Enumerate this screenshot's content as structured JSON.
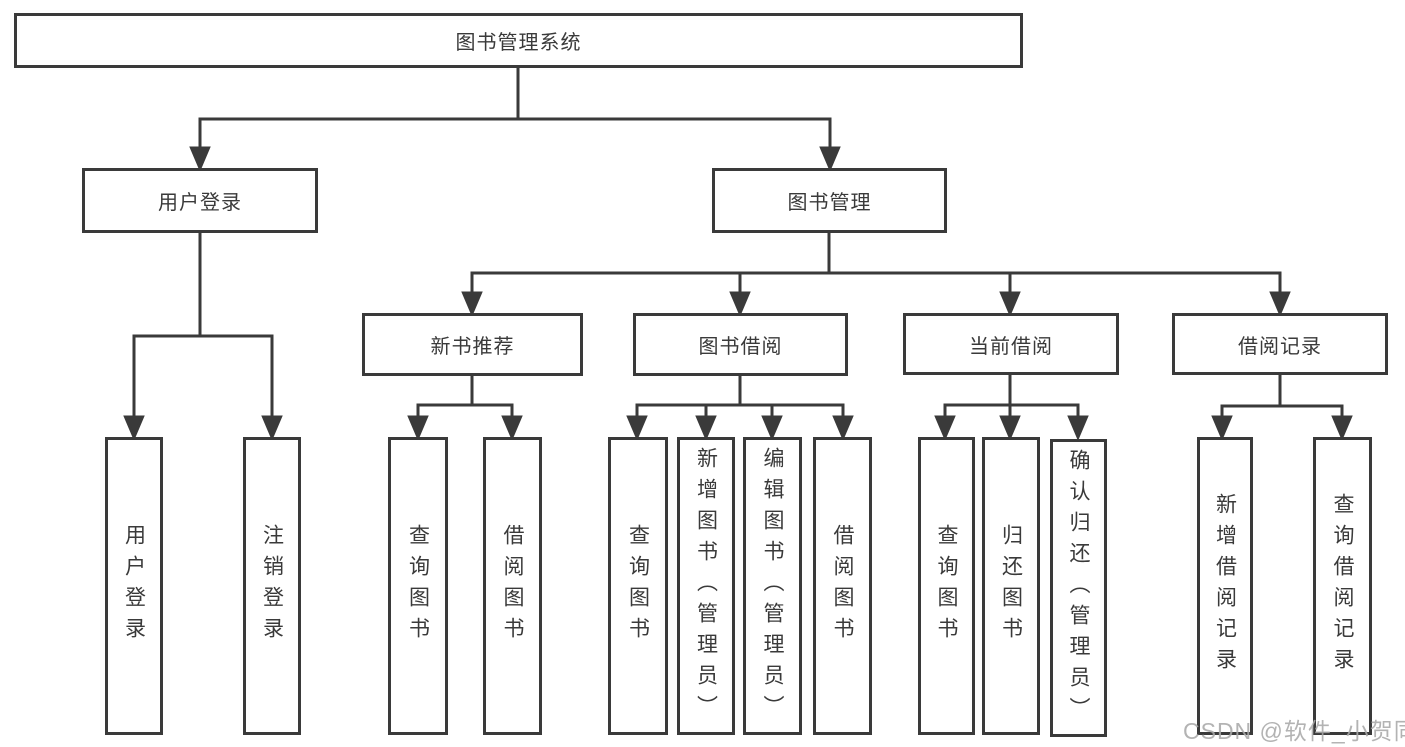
{
  "diagram": {
    "root": {
      "label": "图书管理系统"
    },
    "user_login": {
      "label": "用户登录",
      "children": [
        {
          "label": "用户登录"
        },
        {
          "label": "注销登录"
        }
      ]
    },
    "book_management": {
      "label": "图书管理",
      "sections": [
        {
          "label": "新书推荐",
          "children": [
            {
              "label": "查询图书"
            },
            {
              "label": "借阅图书"
            }
          ]
        },
        {
          "label": "图书借阅",
          "children": [
            {
              "label": "查询图书"
            },
            {
              "label": "新增图书（管理员）"
            },
            {
              "label": "编辑图书（管理员）"
            },
            {
              "label": "借阅图书"
            }
          ]
        },
        {
          "label": "当前借阅",
          "children": [
            {
              "label": "查询图书"
            },
            {
              "label": "归还图书"
            },
            {
              "label": "确认归还（管理员）"
            }
          ]
        },
        {
          "label": "借阅记录",
          "children": [
            {
              "label": "新增借阅记录"
            },
            {
              "label": "查询借阅记录"
            }
          ]
        }
      ]
    },
    "colors": {
      "line": "#3a3a3a",
      "box_border": "#3a3a3a",
      "text": "#3a3a3a",
      "watermark": "#a8a8a8"
    }
  },
  "watermark": {
    "text": "CSDN @软件_小贺同学"
  }
}
